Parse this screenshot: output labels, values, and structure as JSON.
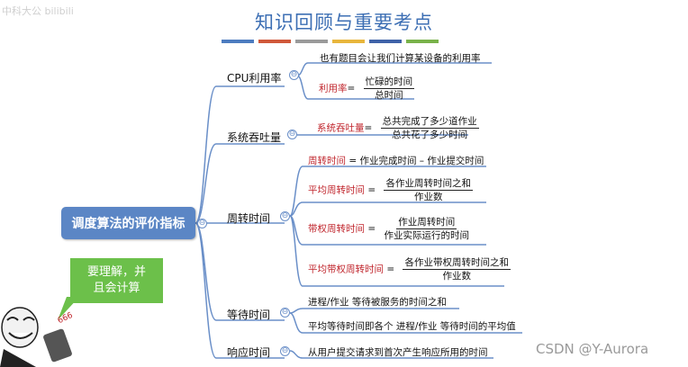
{
  "title": "知识回顾与重要考点",
  "watermark": "中科大公 bilibili",
  "colors": {
    "title": "#3d6fb4",
    "root_bg": "#5b86c5",
    "branch_line": "#6a8fc8",
    "note_bg": "#6cc04a",
    "highlight": "#c0262d",
    "bar_colors": [
      "#4d7cc0",
      "#d0583a",
      "#9a9a9a",
      "#e8b63c",
      "#3f62a8",
      "#79b24a"
    ]
  },
  "root_label": "调度算法的评价指标",
  "note": {
    "line1": "要理解，并",
    "line2": "且会计算"
  },
  "cpu": {
    "label": "CPU利用率",
    "line1": "也有题目会让我们计算某设备的利用率",
    "term": "利用率",
    "eq": "=",
    "num": "忙碌的时间",
    "den": "总时间"
  },
  "throughput": {
    "label": "系统吞吐量",
    "term": "系统吞吐量",
    "eq": "=",
    "num": "总共完成了多少道作业",
    "den": "总共花了多少时间"
  },
  "turnaround": {
    "label": "周转时间",
    "l1_term": "周转时间",
    "l1_rest": " = 作业完成时间 – 作业提交时间",
    "l2_term": "平均周转时间",
    "l2_eq": " =",
    "l2_num": "各作业周转时间之和",
    "l2_den": "作业数",
    "l3_term": "带权周转时间",
    "l3_eq": " =",
    "l3_num": "作业周转时间",
    "l3_den": "作业实际运行的时间",
    "l4_term": "平均带权周转时间",
    "l4_eq": " =",
    "l4_num": "各作业带权周转时间之和",
    "l4_den": "作业数"
  },
  "waiting": {
    "label": "等待时间",
    "line1": "进程/作业 等待被服务的时间之和",
    "line2": "平均等待时间即各个 进程/作业 等待时间的平均值"
  },
  "response": {
    "label": "响应时间",
    "line1": "从用户提交请求到首次产生响应所用的时间"
  },
  "collapse_symbol": "⊖",
  "sticker_text": "666",
  "csdn": "CSDN @Y-Aurora"
}
